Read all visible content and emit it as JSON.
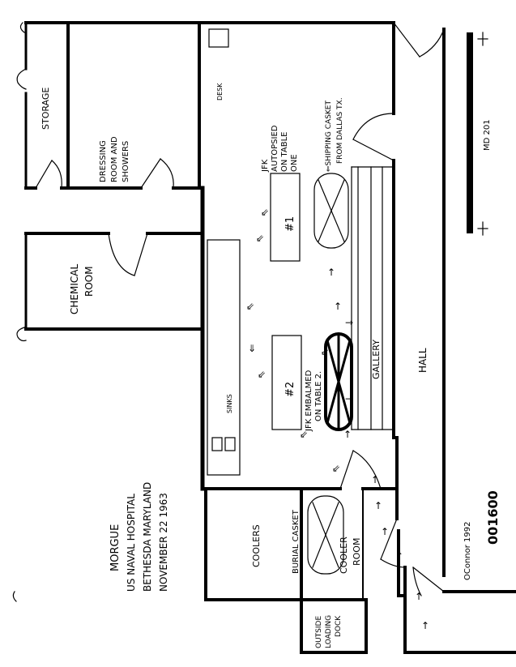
{
  "rooms": {
    "storage": "STORAGE",
    "dressing_room_and_showers": "DRESSING ROOM AND SHOWERS",
    "chemical_room": "CHEMICAL ROOM",
    "coolers": "COOLERS",
    "cooler_room": "COOLER ROOM",
    "outside_loading_dock": "OUTSIDE LOADING DOCK",
    "hall": "HALL",
    "gallery": "GALLERY"
  },
  "fixtures": {
    "desk": "DESK",
    "sinks": "SINKS",
    "table_1": "#1",
    "table_2": "#2"
  },
  "annotations": {
    "jfk_autopsied": "JFK AUTOPSIED ON TABLE ONE",
    "shipping_casket": "SHIPPING CASKET FROM DALLAS TX.",
    "jfk_embalmed": "JFK EMBALMED ON TABLE 2.",
    "burial_casket": "BURIAL CASKET"
  },
  "title": {
    "line1": "MORGUE",
    "line2": "US NAVAL HOSPITAL",
    "line3": "BETHESDA MARYLAND",
    "line4": "NOVEMBER 22 1963"
  },
  "doc_number": "001600",
  "credit": "OConnor 1992",
  "archive_label": "MD 201"
}
